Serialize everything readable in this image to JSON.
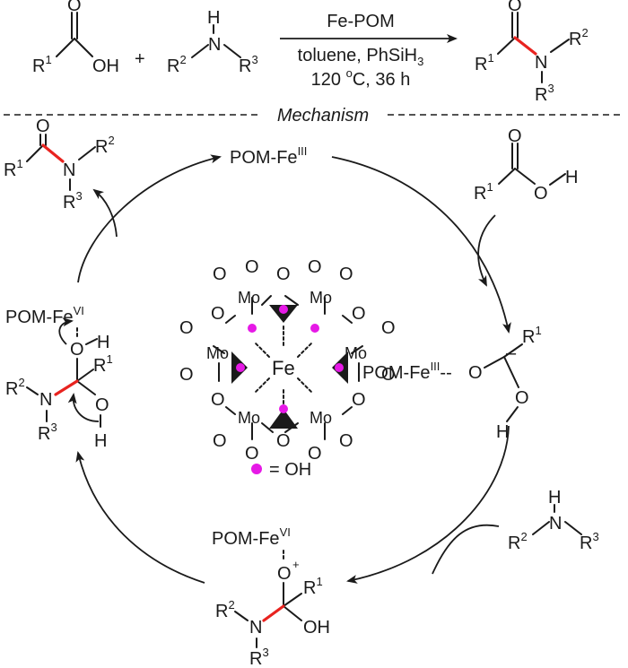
{
  "reaction": {
    "acid": {
      "R": "R",
      "R_sup": "1",
      "O": "O",
      "OH": "OH"
    },
    "plus": "+",
    "amine": {
      "R2": "R",
      "R2_sup": "2",
      "N": "N",
      "H": "H",
      "R3": "R",
      "R3_sup": "3"
    },
    "conditions": {
      "catalyst": "Fe-POM",
      "line2": "toluene, PhSiH",
      "line2_sub": "3",
      "line3_a": "120 ",
      "line3_sup": "o",
      "line3_b": "C, 36 h"
    },
    "product": {
      "R1": "R",
      "R1_sup": "1",
      "O": "O",
      "N": "N",
      "R2": "R",
      "R2_sup": "2",
      "R3": "R",
      "R3_sup": "3"
    }
  },
  "mechanism": {
    "title": "Mechanism",
    "top_species": {
      "text": "POM-Fe",
      "sup": "III"
    },
    "right_species": {
      "text": "POM-Fe",
      "sup": "III",
      "O": "O",
      "dashes": "--",
      "R": "R",
      "R_sup": "1",
      "OH_O": "O",
      "H": "H",
      "minus": "–"
    },
    "bottom_species": {
      "text": "POM-Fe",
      "sup": "VI",
      "O": "O",
      "plus": "+",
      "R": "R",
      "R_sup": "1",
      "OH": "OH",
      "N": "N",
      "R2": "R",
      "R2_sup": "2",
      "R3": "R",
      "R3_sup": "3"
    },
    "left_species": {
      "text": "POM-Fe",
      "sup": "VI",
      "O": "O",
      "H": "H",
      "R": "R",
      "R_sup": "1",
      "N": "N",
      "R2": "R",
      "R2_sup": "2",
      "R3": "R",
      "R3_sup": "3",
      "O2": "O",
      "H2": "H"
    },
    "left_product": {
      "R1": "R",
      "R1_sup": "1",
      "O": "O",
      "N": "N",
      "R2": "R",
      "R2_sup": "2",
      "R3": "R",
      "R3_sup": "3"
    },
    "acid_in": {
      "R": "R",
      "R_sup": "1",
      "O": "O",
      "O2": "O",
      "H": "H"
    },
    "amine_in": {
      "R2": "R",
      "R2_sup": "2",
      "N": "N",
      "H": "H",
      "R3": "R",
      "R3_sup": "3"
    },
    "catalyst": {
      "metal": "Mo",
      "center": "Fe",
      "oxygen": "O",
      "legend_dot_label": "= OH"
    }
  },
  "colors": {
    "highlight_bond": "#e8231f",
    "oh_marker": "#e619e6",
    "ink": "#1a1a1a"
  }
}
